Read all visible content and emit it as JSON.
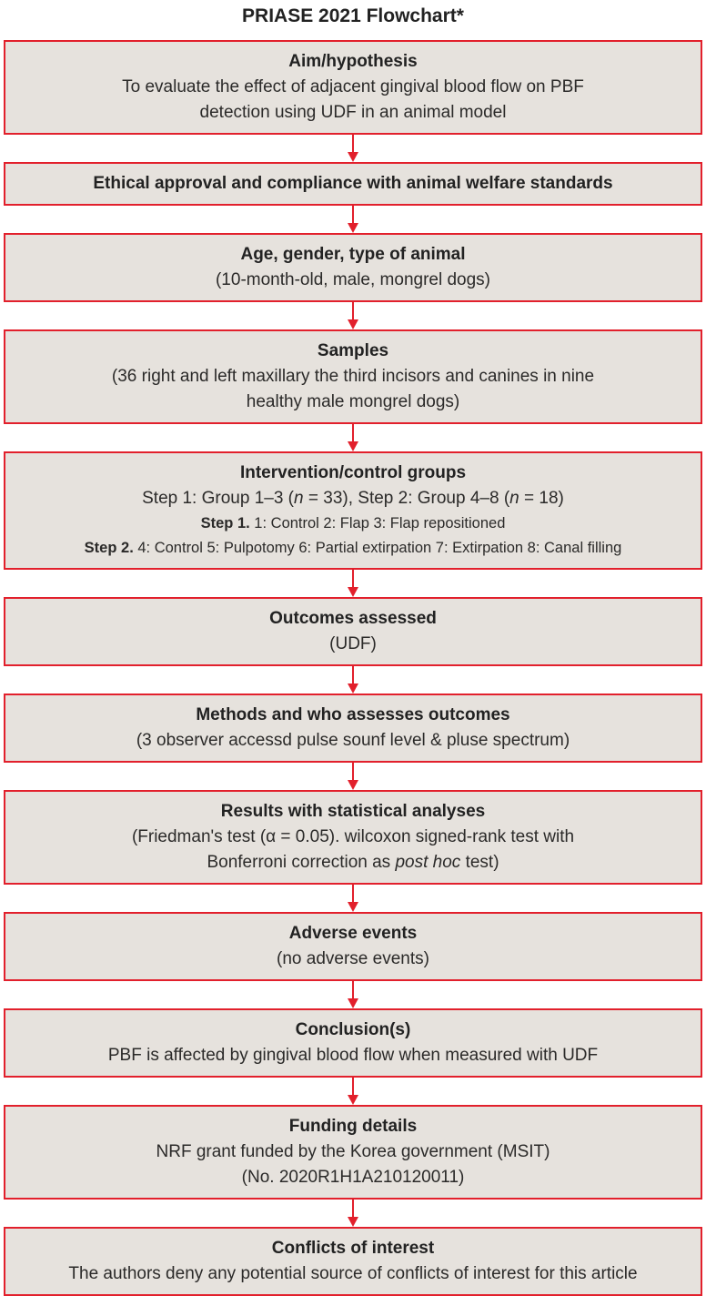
{
  "page_title": "PRIASE 2021 Flowchart*",
  "colors": {
    "accent_red": "#e2202c",
    "box_fill": "#e6e2dd",
    "text": "#2b2a29",
    "heading": "#222222"
  },
  "flowchart": {
    "boxes": [
      {
        "id": "aim-hypothesis",
        "title": "Aim/hypothesis",
        "lines": [
          {
            "segments": [
              {
                "text": "To evaluate the effect of adjacent gingival blood flow on PBF"
              }
            ]
          },
          {
            "segments": [
              {
                "text": "detection using UDF in an animal model"
              }
            ]
          }
        ]
      },
      {
        "id": "ethical-approval",
        "title": "Ethical approval and compliance with animal welfare standards",
        "lines": []
      },
      {
        "id": "age-gender-type",
        "title": "Age, gender, type of animal",
        "lines": [
          {
            "segments": [
              {
                "text": "(10-month-old, male, mongrel dogs)"
              }
            ]
          }
        ]
      },
      {
        "id": "samples",
        "title": "Samples",
        "lines": [
          {
            "segments": [
              {
                "text": "(36 right and left maxillary the third incisors and canines in nine"
              }
            ]
          },
          {
            "segments": [
              {
                "text": "healthy male mongrel dogs)"
              }
            ]
          }
        ]
      },
      {
        "id": "intervention-control-groups",
        "title": "Intervention/control groups",
        "lines": [
          {
            "segments": [
              {
                "text": "Step 1: Group 1–3 ("
              },
              {
                "text": "n",
                "style": "italic"
              },
              {
                "text": " = 33), Step 2: Group 4–8 ("
              },
              {
                "text": "n",
                "style": "italic"
              },
              {
                "text": " = 18)"
              }
            ]
          },
          {
            "small": true,
            "segments": [
              {
                "text": "Step 1.",
                "style": "bold"
              },
              {
                "text": " 1: Control 2: Flap 3: Flap repositioned"
              }
            ]
          },
          {
            "small": true,
            "segments": [
              {
                "text": "Step 2.",
                "style": "bold"
              },
              {
                "text": " 4: Control 5: Pulpotomy 6: Partial extirpation 7: Extirpation 8: Canal filling"
              }
            ]
          }
        ]
      },
      {
        "id": "outcomes-assessed",
        "title": "Outcomes assessed",
        "lines": [
          {
            "segments": [
              {
                "text": "(UDF)"
              }
            ]
          }
        ]
      },
      {
        "id": "methods-assessors",
        "title": "Methods and who assesses outcomes",
        "lines": [
          {
            "segments": [
              {
                "text": "(3 observer accessd pulse sounf level & pluse spectrum)"
              }
            ]
          }
        ]
      },
      {
        "id": "results-statistics",
        "title": "Results with statistical analyses",
        "lines": [
          {
            "segments": [
              {
                "text": "(Friedman's test (α = 0.05). wilcoxon signed-rank test with"
              }
            ]
          },
          {
            "segments": [
              {
                "text": "Bonferroni correction as "
              },
              {
                "text": "post hoc",
                "style": "italic"
              },
              {
                "text": " test)"
              }
            ]
          }
        ]
      },
      {
        "id": "adverse-events",
        "title": "Adverse events",
        "lines": [
          {
            "segments": [
              {
                "text": "(no adverse events)"
              }
            ]
          }
        ]
      },
      {
        "id": "conclusions",
        "title": "Conclusion(s)",
        "lines": [
          {
            "segments": [
              {
                "text": "PBF is affected by gingival blood flow when measured with UDF"
              }
            ]
          }
        ]
      },
      {
        "id": "funding-details",
        "title": "Funding details",
        "lines": [
          {
            "segments": [
              {
                "text": "NRF grant funded by the Korea government (MSIT)"
              }
            ]
          },
          {
            "segments": [
              {
                "text": "(No. 2020R1H1A210120011)"
              }
            ]
          }
        ]
      },
      {
        "id": "conflicts-of-interest",
        "title": "Conflicts of interest",
        "lines": [
          {
            "segments": [
              {
                "text": "The authors deny any potential source of conflicts of interest for this article"
              }
            ]
          }
        ]
      }
    ]
  }
}
